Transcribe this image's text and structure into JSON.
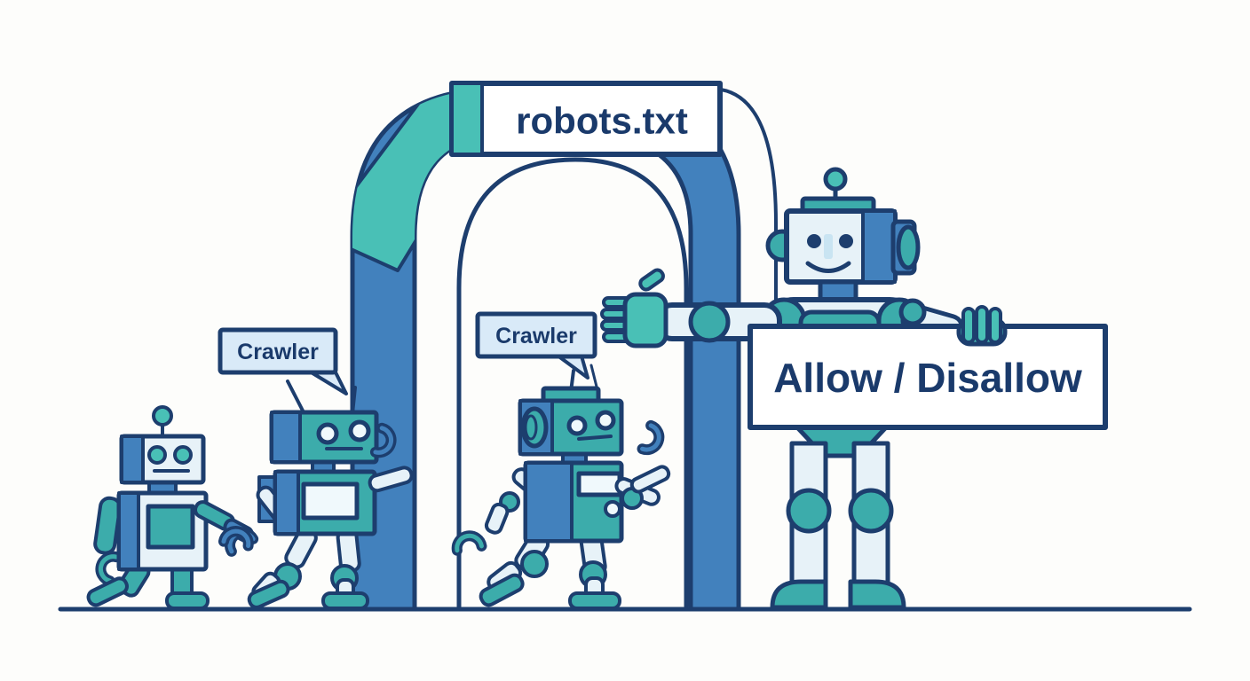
{
  "illustration": {
    "gate_sign_label": "robots.txt",
    "gatekeeper_sign_label": "Allow / Disallow",
    "speech_bubbles": [
      "Crawler",
      "Crawler"
    ]
  },
  "colors": {
    "outline_navy": "#1d3e6e",
    "text_navy": "#1a3a6b",
    "arch_blue": "#4281bd",
    "robot_teal": "#3cacab",
    "accent_teal": "#49c0b6",
    "robot_pale_blue": "#e7f2f8",
    "panel_white": "#f0f9fc",
    "speech_bubble_blue": "#d9eaf8",
    "sign_white": "#ffffff",
    "background": "#fdfdfb"
  }
}
